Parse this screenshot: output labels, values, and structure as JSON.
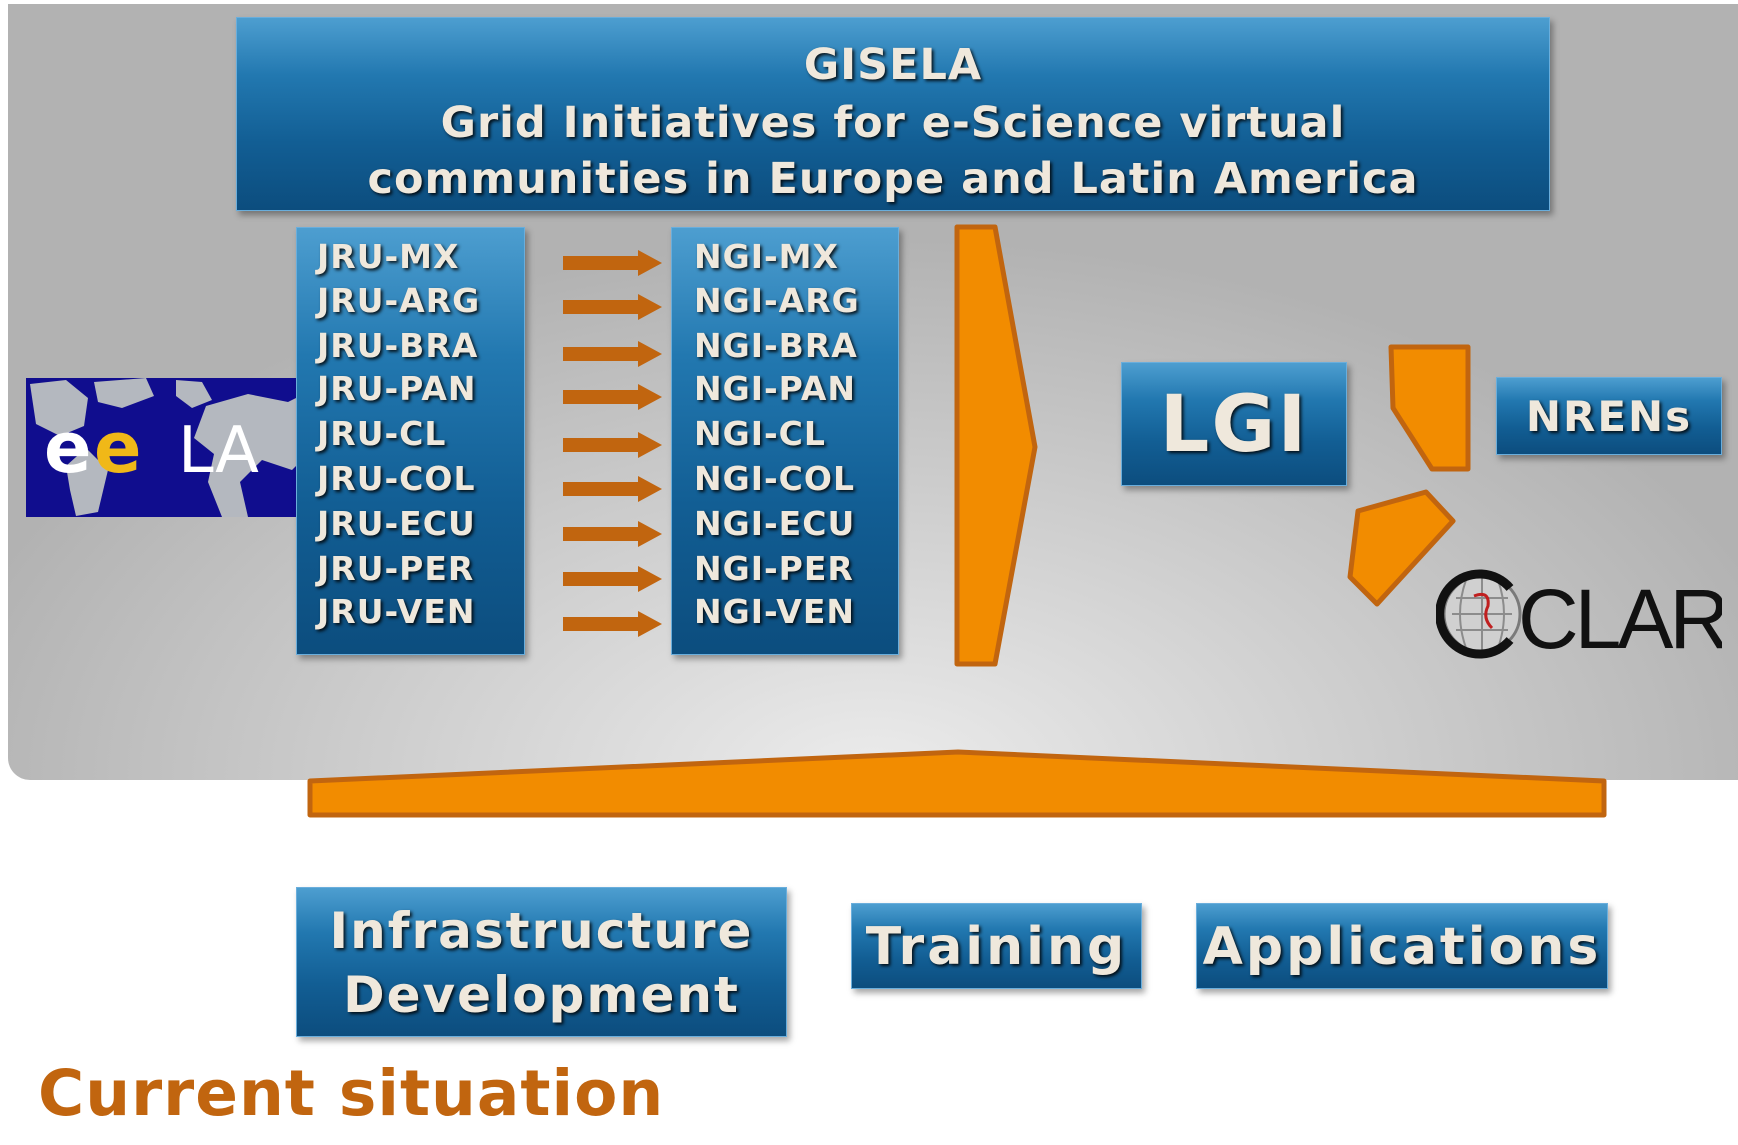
{
  "header": {
    "line1": "GISELA",
    "line2": "Grid Initiatives for e-Science virtual",
    "line3": "communities in Europe and Latin America"
  },
  "jru_items": [
    "JRU-MX",
    "JRU-ARG",
    "JRU-BRA",
    "JRU-PAN",
    "JRU-CL",
    "JRU-COL",
    "JRU-ECU",
    "JRU-PER",
    "JRU-VEN"
  ],
  "ngi_items": [
    "NGI-MX",
    "NGI-ARG",
    "NGI-BRA",
    "NGI-PAN",
    "NGI-CL",
    "NGI-COL",
    "NGI-ECU",
    "NGI-PER",
    "NGI-VEN"
  ],
  "lgi": "LGI",
  "nrens": "NRENs",
  "clara": "CLARA",
  "eela": "ee LA",
  "activities": {
    "infrastructure_line1": "Infrastructure",
    "infrastructure_line2": "Development",
    "training": "Training",
    "applications": "Applications"
  },
  "caption": "Current situation",
  "colors": {
    "box_blue": "#1a6aa2",
    "arrow_orange": "#f28c00",
    "arrow_border": "#c1650f",
    "caption": "#c1650f"
  }
}
